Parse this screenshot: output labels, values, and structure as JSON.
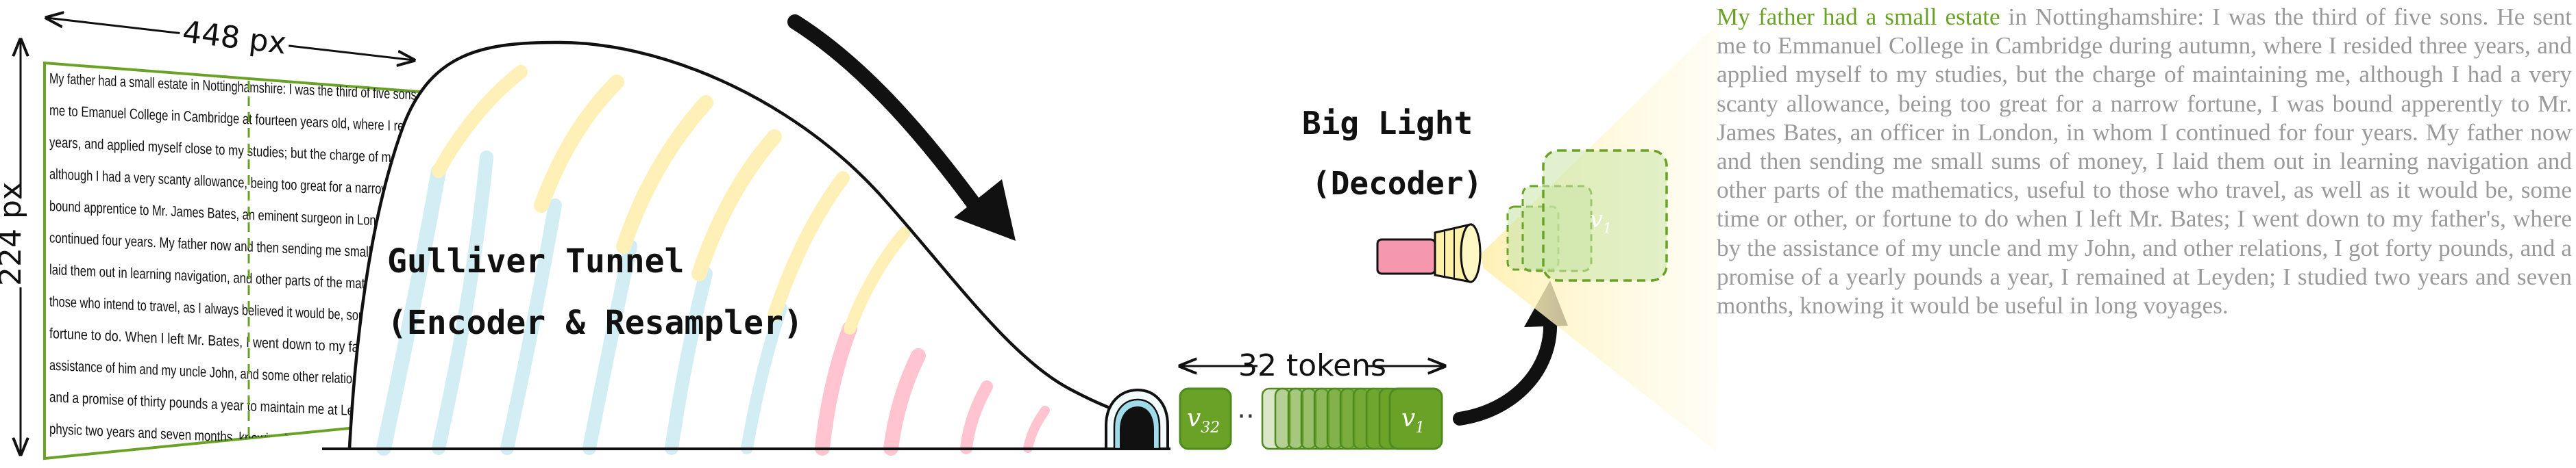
{
  "dimensions": {
    "width_label": "448 px",
    "height_label": "224 px"
  },
  "input_page": {
    "lines": [
      "My father had a small estate in Nottinghamshire: I was the third of five sons. He sent",
      "me to Emanuel College in Cambridge at fourteen years old, where I resided three",
      "years, and applied myself close to my studies; but the charge of maintaining me",
      "although I had a very scanty allowance, being too great for a narrow fortune, I was",
      "bound apprentice to Mr. James Bates, an eminent surgeon in London, with whom I",
      "continued four years. My father now and then sending me small sums of money, I",
      "laid them out in learning navigation, and other parts of the mathematics, useful to",
      "those who intend to travel, as I always believed it would be, some time or other, my",
      "fortune to do. When I left Mr. Bates, I went down to my father; where, by the",
      "assistance of him and my uncle John, and some other relations, I got forty pounds,",
      "and a promise of thirty pounds a year to maintain me at Leyden: there I studied",
      "physic two years and seven months, knowing it would be useful in long voyages."
    ]
  },
  "tunnel": {
    "title": "Gulliver Tunnel",
    "subtitle": "(Encoder & Resampler)"
  },
  "tokens": {
    "count_label": "32 tokens",
    "first_label": "v",
    "first_sub": "32",
    "last_label": "v",
    "last_sub": "1",
    "ellipsis": "··"
  },
  "decoder": {
    "title": "Big Light",
    "subtitle": "(Decoder)",
    "output_label": "v",
    "output_sub": "1"
  },
  "output_text": {
    "lead": "My father had a small estate",
    "rest": " in Nottinghamshire: I was the third of five sons. He sent me to Emmanuel College in Cambridge during autumn, where I resided three years, and applied myself to my studies, but the charge of maintaining me, although I had a very scanty allowance, being too great for a narrow fortune, I was bound apperently to Mr. James Bates, an officer in London, in whom I continued for four years. My father now and then sending me small sums of money, I laid them out in learning navigation and other parts of the mathematics, useful to those who travel, as well as it would be, some time or other, or fortune to do when I left Mr. Bates; I went down to my father's, where by the assistance of my uncle and my John, and other relations, I got forty pounds, and a promise of a yearly pounds a year, I remained at Leyden; I studied two years and seven months, knowing it would be useful in long voyages."
  },
  "colors": {
    "green": "#6aa227",
    "green_dark": "#4e8a1f",
    "green_light": "#c9e5a8",
    "stripe_yellow": "#fff0b8",
    "stripe_blue": "#d2eef4",
    "stripe_pink": "#ffc4cf",
    "story_gray": "#9a9a9a",
    "flashlight_pink": "#f598ad",
    "flashlight_yellow": "#fff1a8",
    "beam": "#fff5cc"
  }
}
